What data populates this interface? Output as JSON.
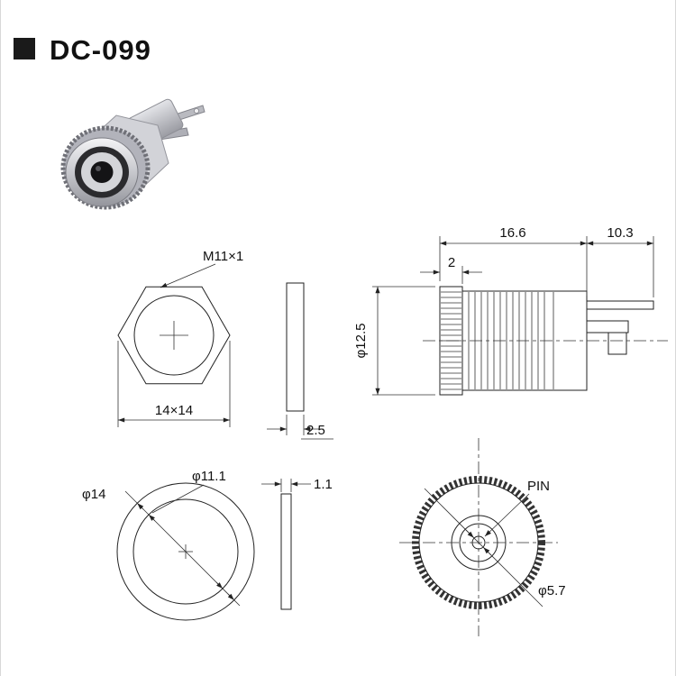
{
  "title": "DC-099",
  "hex_view": {
    "thread_label": "M11×1",
    "size_label": "14×14"
  },
  "washer_top": {
    "thickness": "2.5"
  },
  "side_view": {
    "length": "16.6",
    "pin_length": "10.3",
    "knurl_width": "2",
    "diameter": "φ12.5"
  },
  "washer_front": {
    "outer_dia": "φ14",
    "inner_dia": "φ11.1"
  },
  "washer_side": {
    "thickness": "1.1"
  },
  "front_view": {
    "pin_label": "PIN",
    "pin_dia": "φ5.7"
  }
}
